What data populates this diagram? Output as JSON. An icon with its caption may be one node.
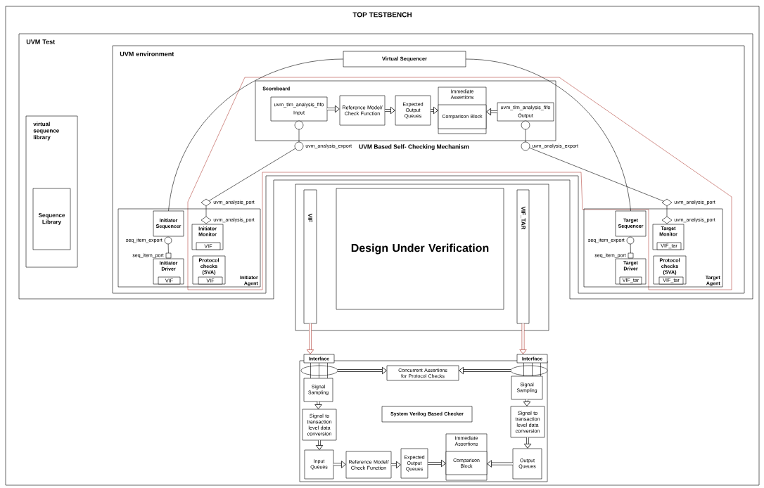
{
  "diagram": {
    "nodes": [
      {
        "text": [
          "TOP TESTBENCH"
        ]
      },
      {
        "text": [
          "UVM Test"
        ],
        "in": 0
      },
      {
        "text": [
          "virtual sequence library"
        ],
        "in": 1
      },
      {
        "text": [
          "Sequence Library"
        ],
        "in": 2
      },
      {
        "text": [
          "UVM environment"
        ],
        "in": 1
      },
      {
        "text": [
          "Virtual Sequencer"
        ],
        "in": 4
      },
      {
        "text": [
          "Scoreboard"
        ],
        "in": 4,
        "beside": [
          "UVM Based Self- Checking Mechanism"
        ]
      },
      {
        "text": [
          "uvm_tlm_analysis_fifo",
          "Input"
        ],
        "in": 6
      },
      {
        "text": [
          "Reference Model/ Check Function"
        ],
        "in": 6
      },
      {
        "text": [
          "Expected Output Queues"
        ],
        "in": 6
      },
      {
        "text": [
          "Immediate Assertions"
        ],
        "in": 6
      },
      {
        "text": [
          "Comparison Block"
        ],
        "in": 10
      },
      {
        "text": [
          "uvm_tlm_analysis_fifo",
          "Output"
        ],
        "in": 6
      },
      {
        "text": [],
        "shape": "circle",
        "in": 6
      },
      {
        "text": [],
        "shape": "circle",
        "in": 4,
        "beside": [
          "uvm_analysis_export"
        ]
      },
      {
        "text": [],
        "shape": "circle",
        "in": 6
      },
      {
        "text": [],
        "shape": "circle",
        "in": 4,
        "beside": [
          "uvm_analysis_export"
        ]
      },
      {
        "text": [
          "Initiator Agent"
        ],
        "in": 4
      },
      {
        "text": [
          "Initiator Sequencer"
        ],
        "in": 17
      },
      {
        "text": [],
        "shape": "circle",
        "in": 17,
        "beside": [
          "seq_item_export"
        ]
      },
      {
        "text": [],
        "shape": "box",
        "in": 17,
        "beside": [
          "seq_item_port"
        ]
      },
      {
        "text": [
          "Initiator Driver"
        ],
        "in": 17
      },
      {
        "text": [
          "VIF"
        ],
        "in": 21
      },
      {
        "text": [],
        "shape": "diamond",
        "in": 4,
        "beside": [
          "uvm_analysis_port"
        ]
      },
      {
        "text": [],
        "shape": "diamond",
        "in": 17,
        "beside": [
          "uvm_analysis_port"
        ]
      },
      {
        "text": [
          "Initiator Monitor"
        ],
        "in": 17
      },
      {
        "text": [
          "VIF"
        ],
        "in": 25
      },
      {
        "text": [
          "Protocol checks (SVA)"
        ],
        "in": 17
      },
      {
        "text": [
          "VIF"
        ],
        "in": 27
      },
      {
        "text": [
          "Target Agent"
        ],
        "in": 4
      },
      {
        "text": [
          "Target Sequencer"
        ],
        "in": 29
      },
      {
        "text": [],
        "shape": "circle",
        "in": 29,
        "beside": [
          "seq_item_export"
        ]
      },
      {
        "text": [],
        "shape": "box",
        "in": 29,
        "beside": [
          "seq_item_port"
        ]
      },
      {
        "text": [
          "Target Driver"
        ],
        "in": 29
      },
      {
        "text": [
          "VIF_tar"
        ],
        "in": 33
      },
      {
        "text": [],
        "shape": "diamond",
        "in": 4,
        "beside": [
          "uvm_analysis_port"
        ]
      },
      {
        "text": [],
        "shape": "diamond",
        "in": 29,
        "beside": [
          "uvm_analysis_port"
        ]
      },
      {
        "text": [
          "Target Monitor"
        ],
        "in": 29
      },
      {
        "text": [
          "VIF_tar"
        ],
        "in": 37
      },
      {
        "text": [
          "Protocol checks (SVA)"
        ],
        "in": 29
      },
      {
        "text": [
          "VIF_tar"
        ],
        "in": 39
      },
      {
        "text": [],
        "shape": "box",
        "in": 0
      },
      {
        "text": [
          "VIF"
        ],
        "in": 41
      },
      {
        "text": [
          "Design Under Verification"
        ],
        "in": 41
      },
      {
        "text": [
          "VIF_TAR"
        ],
        "in": 41
      },
      {
        "text": [],
        "shape": "box",
        "in": 0
      },
      {
        "text": [
          "Interface"
        ],
        "in": 0
      },
      {
        "text": [
          "Interface"
        ],
        "in": 0
      },
      {
        "text": [],
        "shape": "ellipse",
        "in": 45
      },
      {
        "text": [
          "Concurrent Assertions for Protocol Checks"
        ],
        "in": 45
      },
      {
        "text": [],
        "shape": "ellipse",
        "in": 45
      },
      {
        "text": [
          "Signal Sampling"
        ],
        "in": 45
      },
      {
        "text": [
          "System Verilog Based Checker"
        ],
        "in": 45
      },
      {
        "text": [
          "Signal Sampling"
        ],
        "in": 45
      },
      {
        "text": [
          "Signal to transaction level data conversion"
        ],
        "in": 45
      },
      {
        "text": [
          "Signal to transaction level data conversion"
        ],
        "in": 45
      },
      {
        "text": [
          "Immediate Assertions"
        ],
        "in": 45
      },
      {
        "text": [
          "Comparison Block"
        ],
        "in": 56
      },
      {
        "text": [
          "Input Queues"
        ],
        "in": 45
      },
      {
        "text": [
          "Reference Model/ Check Function"
        ],
        "in": 45
      },
      {
        "text": [
          "Expected Output Queues"
        ],
        "in": 45
      },
      {
        "text": [
          "Output Queues"
        ],
        "in": 45
      }
    ],
    "edges": [
      {
        "from": 5,
        "to": 18,
        "arrow": "none"
      },
      {
        "from": 5,
        "to": 30,
        "arrow": "none"
      },
      {
        "from": 7,
        "to": 8,
        "arrow": "to",
        "style": "thick"
      },
      {
        "from": 8,
        "to": 9,
        "arrow": "to",
        "style": "thick"
      },
      {
        "from": 9,
        "to": 11,
        "arrow": "to",
        "style": "thick"
      },
      {
        "from": 12,
        "to": 11,
        "arrow": "to",
        "style": "thick"
      },
      {
        "from": 13,
        "to": 14,
        "arrow": "none"
      },
      {
        "from": 15,
        "to": 16,
        "arrow": "none"
      },
      {
        "from": 14,
        "to": 23,
        "arrow": "none"
      },
      {
        "from": 16,
        "to": 35,
        "arrow": "none"
      },
      {
        "from": 23,
        "to": 24,
        "arrow": "none"
      },
      {
        "from": 35,
        "to": 36,
        "arrow": "none"
      },
      {
        "from": 19,
        "to": 20,
        "arrow": "none"
      },
      {
        "from": 31,
        "to": 32,
        "arrow": "none"
      },
      {
        "from": 42,
        "to": 46,
        "arrow": "to",
        "style": "thick",
        "color": "#b5483f"
      },
      {
        "from": 44,
        "to": 47,
        "arrow": "to",
        "style": "thick",
        "color": "#b5483f"
      },
      {
        "from": 48,
        "to": 49,
        "arrow": "to",
        "style": "thick"
      },
      {
        "from": 50,
        "to": 49,
        "arrow": "to",
        "style": "thick"
      },
      {
        "from": 51,
        "to": 54,
        "arrow": "to",
        "style": "thick"
      },
      {
        "from": 54,
        "to": 58,
        "arrow": "to",
        "style": "thick"
      },
      {
        "from": 58,
        "to": 59,
        "arrow": "to",
        "style": "thick"
      },
      {
        "from": 59,
        "to": 60,
        "arrow": "to",
        "style": "thick"
      },
      {
        "from": 60,
        "to": 57,
        "arrow": "to",
        "style": "thick"
      },
      {
        "from": 61,
        "to": 57,
        "arrow": "to",
        "style": "thick"
      },
      {
        "from": 53,
        "to": 55,
        "arrow": "to",
        "style": "thick"
      },
      {
        "from": 55,
        "to": 61,
        "arrow": "to",
        "style": "thick"
      },
      {
        "from": 46,
        "to": 51,
        "arrow": "none"
      },
      {
        "from": 46,
        "to": 51,
        "arrow": "none"
      },
      {
        "from": 46,
        "to": 51,
        "arrow": "none"
      },
      {
        "from": 47,
        "to": 53,
        "arrow": "none"
      },
      {
        "from": 47,
        "to": 53,
        "arrow": "none"
      },
      {
        "from": 47,
        "to": 53,
        "arrow": "none"
      }
    ]
  }
}
